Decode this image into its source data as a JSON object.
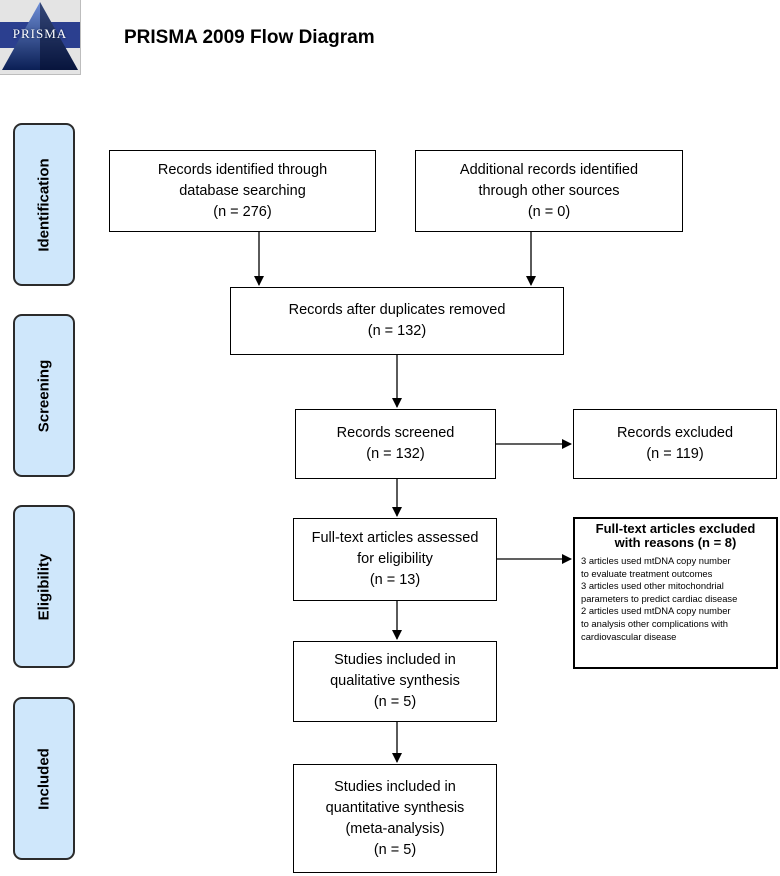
{
  "header": {
    "logo_text": "PRISMA",
    "title": "PRISMA 2009 Flow Diagram"
  },
  "phases": {
    "identification": "Identification",
    "screening": "Screening",
    "eligibility": "Eligibility",
    "included": "Included"
  },
  "boxes": {
    "database": {
      "line1": "Records identified through",
      "line2": "database searching",
      "line3": "(n =  276)"
    },
    "other_sources": {
      "line1": "Additional records identified",
      "line2": "through other sources",
      "line3": "(n =  0)"
    },
    "duplicates_removed": {
      "line1": "Records after duplicates removed",
      "line2": "(n = 132)"
    },
    "screened": {
      "line1": "Records screened",
      "line2": "(n =  132)"
    },
    "excluded": {
      "line1": "Records excluded",
      "line2": "(n =  119)"
    },
    "fulltext": {
      "line1": "Full-text articles assessed",
      "line2": "for eligibility",
      "line3": "(n =  13)"
    },
    "qualitative": {
      "line1": "Studies included in",
      "line2": "qualitative synthesis",
      "line3": "(n =  5)"
    },
    "quantitative": {
      "line1": "Studies included in",
      "line2": "quantitative synthesis",
      "line3": "(meta-analysis)",
      "line4": "(n = 5)"
    }
  },
  "fulltext_excluded": {
    "heading1": "Full-text articles excluded",
    "heading2": "with reasons (n = 8)",
    "reasons": [
      "3 articles used mtDNA copy number",
      "to evaluate treatment outcomes",
      "3 articles used other mitochondrial",
      "parameters to predict cardiac disease",
      "2 articles used mtDNA copy number",
      "to analysis other complications with",
      "cardiovascular disease"
    ]
  }
}
